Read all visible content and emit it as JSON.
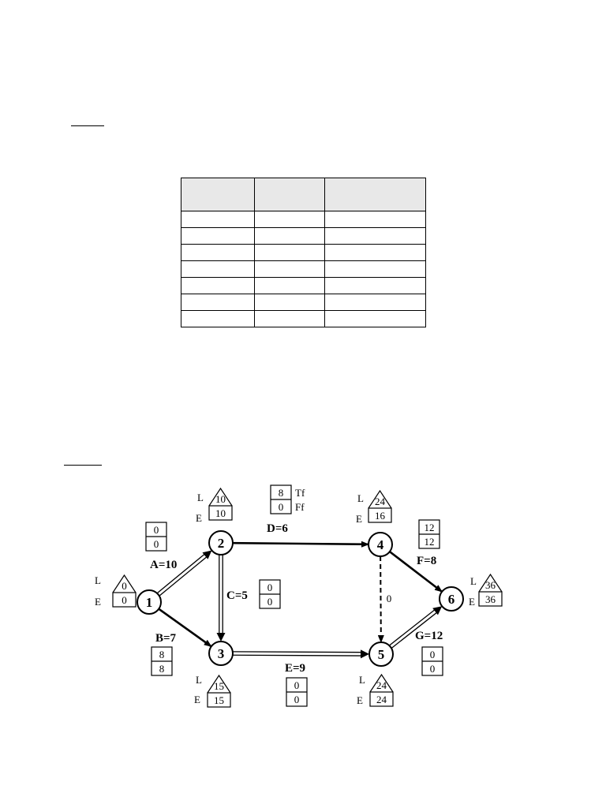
{
  "table": {
    "columns": 3,
    "body_rows": 7
  },
  "network": {
    "nodes": [
      {
        "id": "1",
        "label": "1",
        "L": "0",
        "E": "0"
      },
      {
        "id": "2",
        "label": "2",
        "L": "10",
        "E": "10"
      },
      {
        "id": "3",
        "label": "3",
        "L": "15",
        "E": "15"
      },
      {
        "id": "4",
        "label": "4",
        "L": "24",
        "E": "16"
      },
      {
        "id": "5",
        "label": "5",
        "L": "24",
        "E": "24"
      },
      {
        "id": "6",
        "label": "6",
        "L": "36",
        "E": "36"
      }
    ],
    "activities": [
      {
        "id": "A",
        "label": "A=10",
        "from": "1",
        "to": "2",
        "tf": "0",
        "ff": "0",
        "critical": true
      },
      {
        "id": "B",
        "label": "B=7",
        "from": "1",
        "to": "3",
        "tf": "8",
        "ff": "8",
        "critical": false
      },
      {
        "id": "C",
        "label": "C=5",
        "from": "2",
        "to": "3",
        "tf": "0",
        "ff": "0",
        "critical": true
      },
      {
        "id": "D",
        "label": "D=6",
        "from": "2",
        "to": "4",
        "tf": "8",
        "ff": "0",
        "critical": false
      },
      {
        "id": "E",
        "label": "E=9",
        "from": "3",
        "to": "5",
        "tf": "0",
        "ff": "0",
        "critical": true
      },
      {
        "id": "F",
        "label": "F=8",
        "from": "4",
        "to": "6",
        "tf": "12",
        "ff": "12",
        "critical": false
      },
      {
        "id": "G",
        "label": "G=12",
        "from": "5",
        "to": "6",
        "tf": "0",
        "ff": "0",
        "critical": true
      }
    ],
    "dummy": {
      "from": "4",
      "to": "5",
      "label": "0"
    },
    "legend": {
      "tf": "Tf",
      "ff": "Ff"
    },
    "letters": {
      "late": "L",
      "early": "E"
    }
  }
}
